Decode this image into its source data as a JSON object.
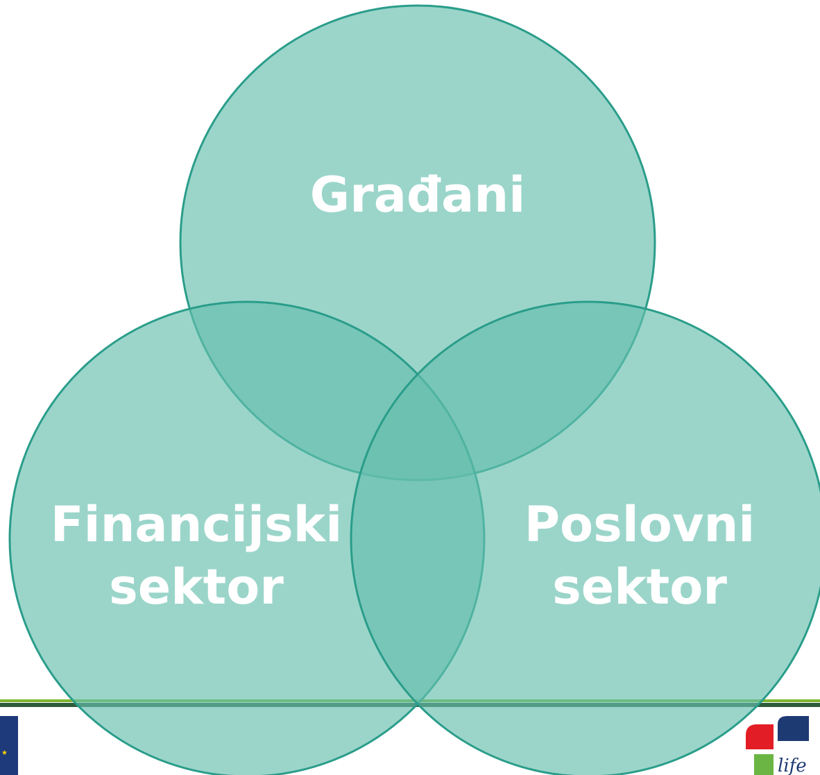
{
  "diagram": {
    "type": "venn",
    "circles": [
      {
        "id": "top",
        "lines": [
          "Građani"
        ]
      },
      {
        "id": "left",
        "lines": [
          "Financijski",
          "sektor"
        ]
      },
      {
        "id": "right",
        "lines": [
          "Poslovni",
          "sektor"
        ]
      }
    ]
  },
  "colors": {
    "circle_fill": "#65bfae",
    "circle_stroke": "#2a9d8a",
    "label_text": "#ffffff",
    "footer_line_green": "#7db62e",
    "footer_line_dark": "#2e5b3a",
    "footer_logo_navy": "#1f3a7a",
    "logo_red": "#e31d25",
    "logo_navy": "#1e3a73",
    "logo_green": "#6ab544"
  },
  "footer": {
    "left_logo": "eu-flag-logo",
    "right_logo": "life-logo"
  }
}
